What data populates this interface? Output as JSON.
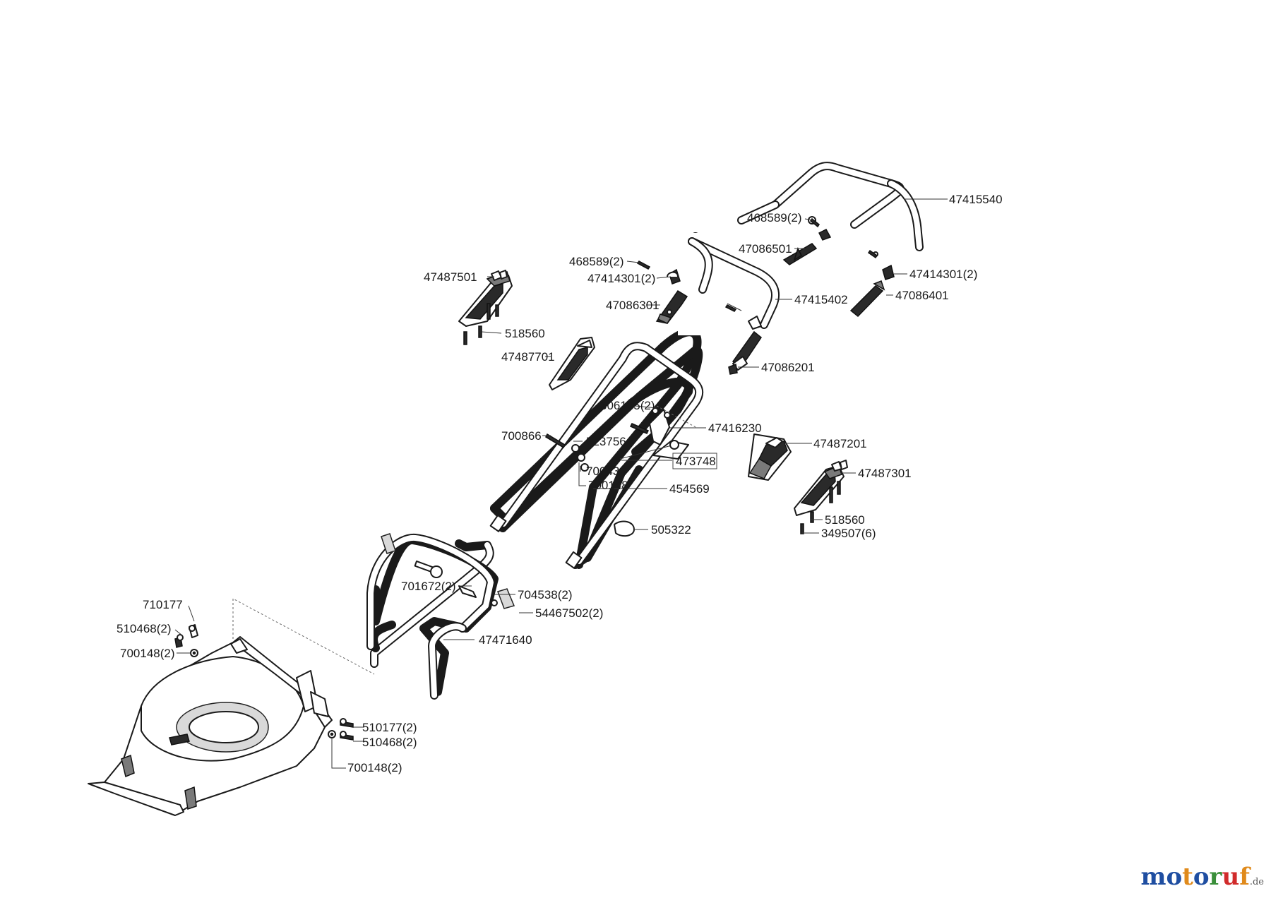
{
  "colors": {
    "line": "#1a1a1a",
    "background": "#ffffff",
    "watermark": [
      "#1f4ea1",
      "#e08a1b",
      "#3a8f3a",
      "#d12b2b"
    ]
  },
  "watermark": {
    "letters": [
      "m",
      "o",
      "t",
      "o",
      "r",
      "u",
      "f"
    ],
    "suffix": ".de"
  },
  "labels": {
    "p47415540": "47415540",
    "p468589a": "468589(2)",
    "p47086501": "47086501",
    "p468589b": "468589(2)",
    "p47414301a": "47414301(2)",
    "p47414301b": "47414301(2)",
    "p47487501": "47487501",
    "p47086301": "47086301",
    "p47415402": "47415402",
    "p47086401": "47086401",
    "p518560a": "518560",
    "p47487701": "47487701",
    "p47086201": "47086201",
    "p606135": "606135(2)",
    "p47416230": "47416230",
    "p700866": "700866",
    "p523756": "523756",
    "p47487201": "47487201",
    "p473748": "473748",
    "p700432": "700432",
    "p47487301": "47487301",
    "p700148a": "700148",
    "p454569": "454569",
    "p518560b": "518560",
    "p349507": "349507(6)",
    "p505322": "505322",
    "p701672": "701672(2)",
    "p704538": "704538(2)",
    "p710177": "710177",
    "p54467502": "54467502(2)",
    "p510468a": "510468(2)",
    "p47471640": "47471640",
    "p700148b": "700148(2)",
    "p510177": "510177(2)",
    "p510468b": "510468(2)",
    "p700148c": "700148(2)"
  }
}
